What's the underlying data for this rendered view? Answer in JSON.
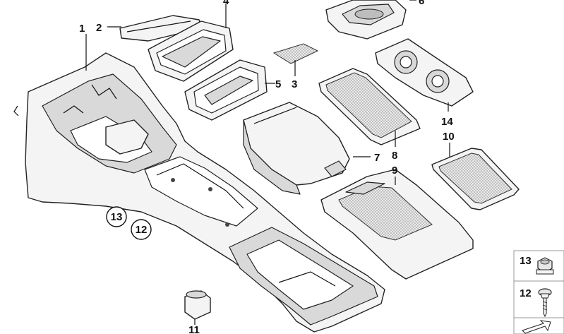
{
  "callouts": {
    "c1": "1",
    "c2": "2",
    "c3": "3",
    "c4": "4",
    "c5": "5",
    "c6": "6",
    "c7": "7",
    "c8": "8",
    "c9": "9",
    "c10": "10",
    "c11": "11",
    "c12": "12",
    "c13": "13",
    "c14": "14"
  },
  "circled_callouts": {
    "c13": "13",
    "c12": "12"
  },
  "hardware_box": {
    "item_13_label": "13",
    "item_12_label": "12"
  }
}
